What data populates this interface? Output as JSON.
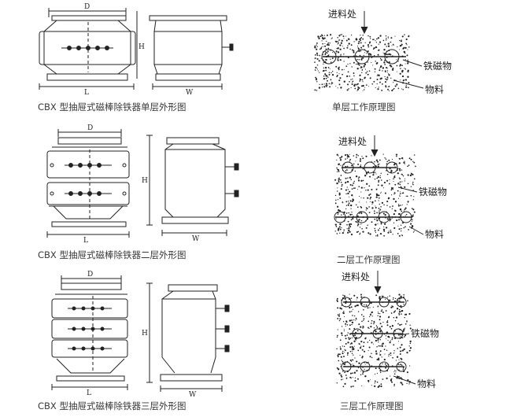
{
  "dims": {
    "d": "D",
    "l": "L",
    "h": "H",
    "w": "W"
  },
  "captions": {
    "single_outline": "CBX 型抽屉式磁棒除铁器单层外形图",
    "double_outline": "CBX 型抽屉式磁棒除铁器二层外形图",
    "triple_outline": "CBX 型抽屉式磁棒除铁器三层外形图",
    "single_principle": "单层工作原理图",
    "double_principle": "二层工作原理图",
    "triple_principle": "三层工作原理图"
  },
  "labels": {
    "inlet": "进料处",
    "iron": "铁磁物",
    "material": "物料"
  }
}
